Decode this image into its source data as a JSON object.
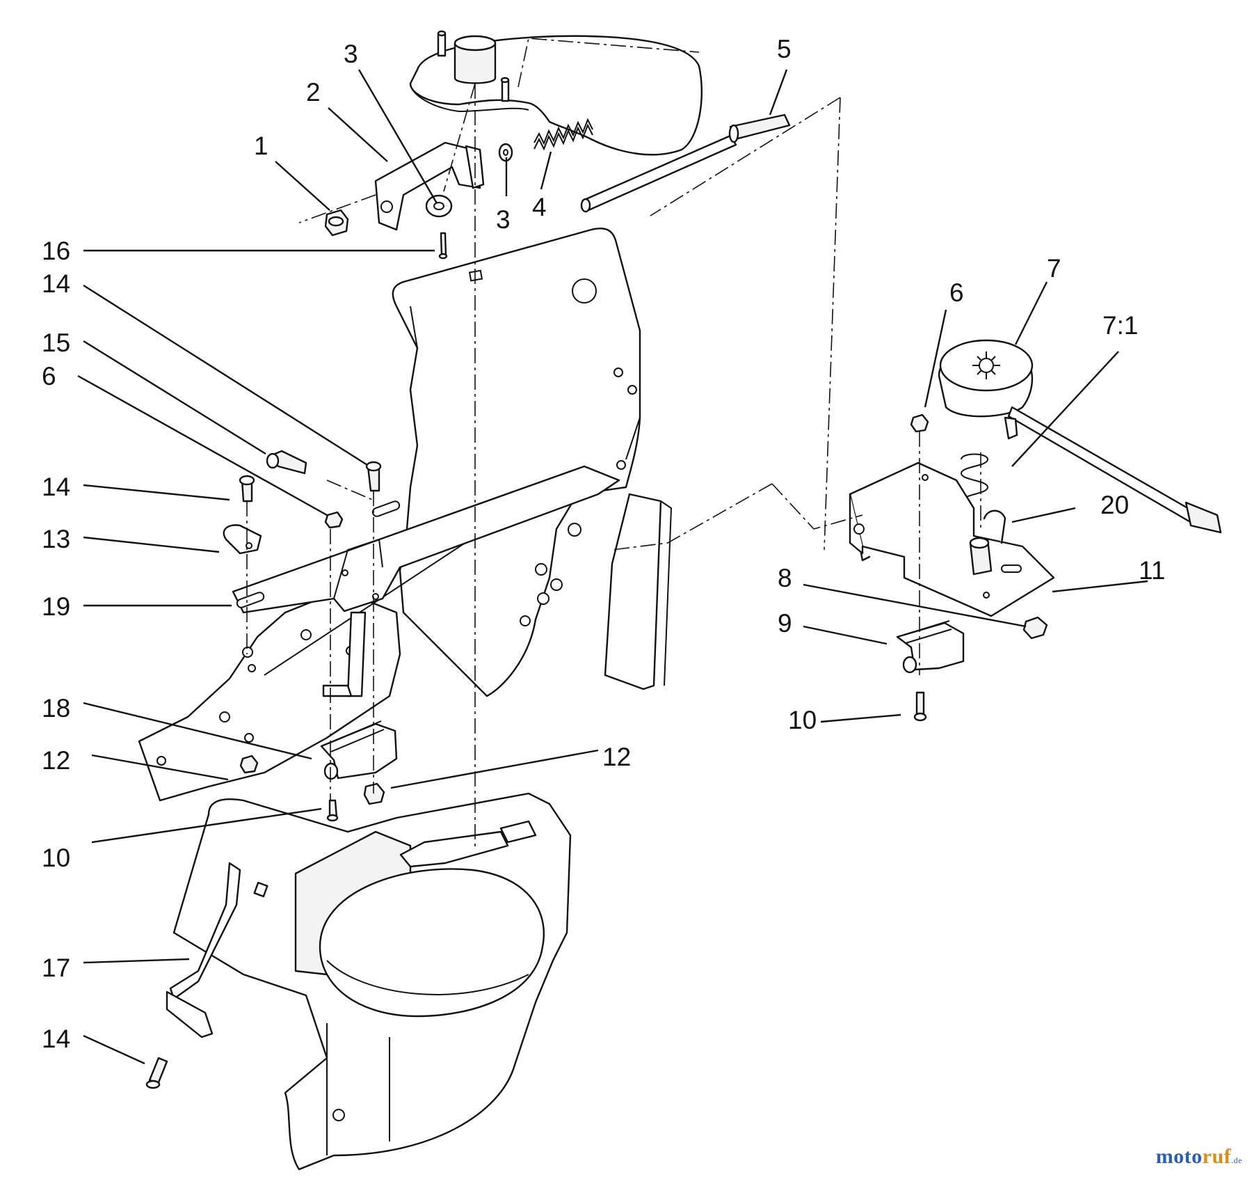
{
  "callouts": {
    "c1": "1",
    "c2": "2",
    "c3a": "3",
    "c3b": "3",
    "c4": "4",
    "c5": "5",
    "c16": "16",
    "c14a": "14",
    "c15": "15",
    "c6a": "6",
    "c14b": "14",
    "c13": "13",
    "c19": "19",
    "c18": "18",
    "c12a": "12",
    "c12b": "12",
    "c10a": "10",
    "c17": "17",
    "c14c": "14",
    "c6b": "6",
    "c7": "7",
    "c71": "7:1",
    "c20": "20",
    "c11": "11",
    "c8": "8",
    "c9": "9",
    "c10b": "10"
  },
  "watermark": {
    "part1": "moto",
    "part2": "ruf",
    "suffix": ".de"
  }
}
